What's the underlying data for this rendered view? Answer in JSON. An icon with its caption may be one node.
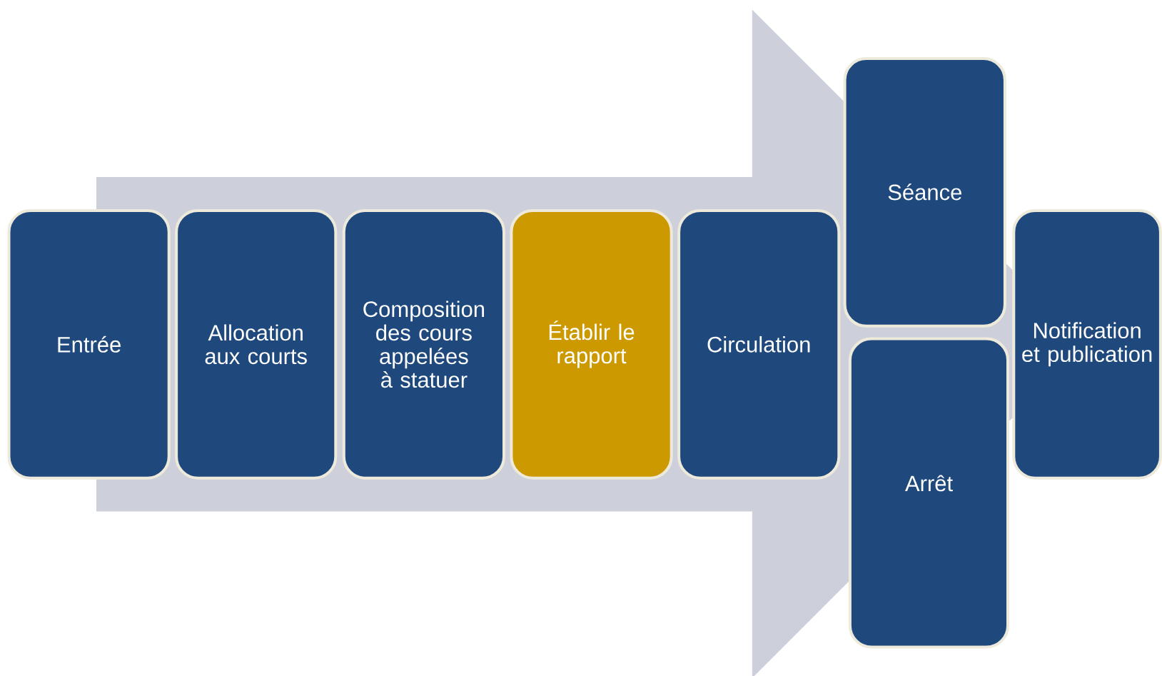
{
  "diagram": {
    "nodes": [
      {
        "text": [
          "Entrée"
        ]
      },
      {
        "text": [
          "Allocation aux courts"
        ]
      },
      {
        "text": [
          "Composition des cours appelées à statuer"
        ]
      },
      {
        "text": [
          "Établir le rapport"
        ]
      },
      {
        "text": [
          "Circulation"
        ]
      },
      {
        "text": [
          "Séance"
        ]
      },
      {
        "text": [
          "Arrêt"
        ]
      },
      {
        "text": [
          "Notification et publication"
        ]
      }
    ],
    "edges": [
      {
        "from": 0,
        "to": 7,
        "arrow": "to"
      }
    ]
  }
}
